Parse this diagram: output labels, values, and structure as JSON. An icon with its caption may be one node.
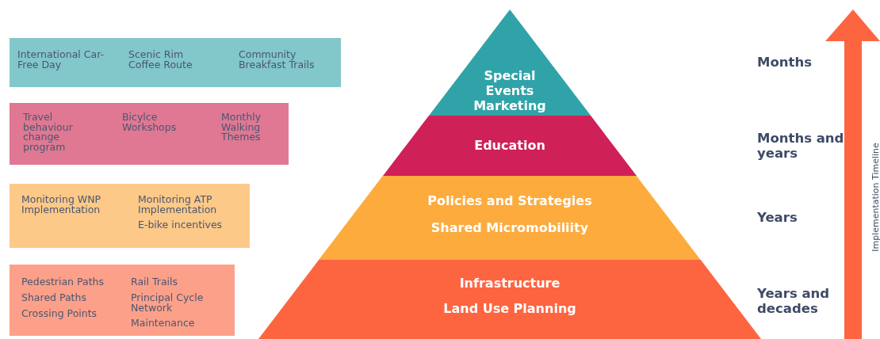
{
  "diagram": {
    "nodes": [
      {
        "text": [
          "Special Events Marketing"
        ]
      },
      {
        "text": [
          "Education"
        ]
      },
      {
        "text": [
          "Policies and Strategies",
          "Shared Micromobiliity"
        ]
      },
      {
        "text": [
          "Infrastructure",
          "Land Use Planning"
        ]
      },
      {
        "text": [
          "International Car-Free Day",
          "Scenic Rim Coffee Route",
          "Community Breakfast Trails"
        ]
      },
      {
        "text": [
          "Travel behaviour change program",
          "Bicylce Workshops",
          "Monthly Walking Themes"
        ]
      },
      {
        "text": [
          "Monitoring WNP Implementation",
          "Monitoring ATP Implementation",
          "E-bike incentives"
        ]
      },
      {
        "text": [
          "Pedestrian Paths",
          "Shared Paths",
          "Crossing Points",
          "Rail Trails",
          "Principal Cycle Network",
          "Maintenance"
        ]
      }
    ],
    "labels": [
      "Months",
      "Months and years",
      "Years",
      "Years and decades",
      "Implementation Timeline"
    ]
  }
}
